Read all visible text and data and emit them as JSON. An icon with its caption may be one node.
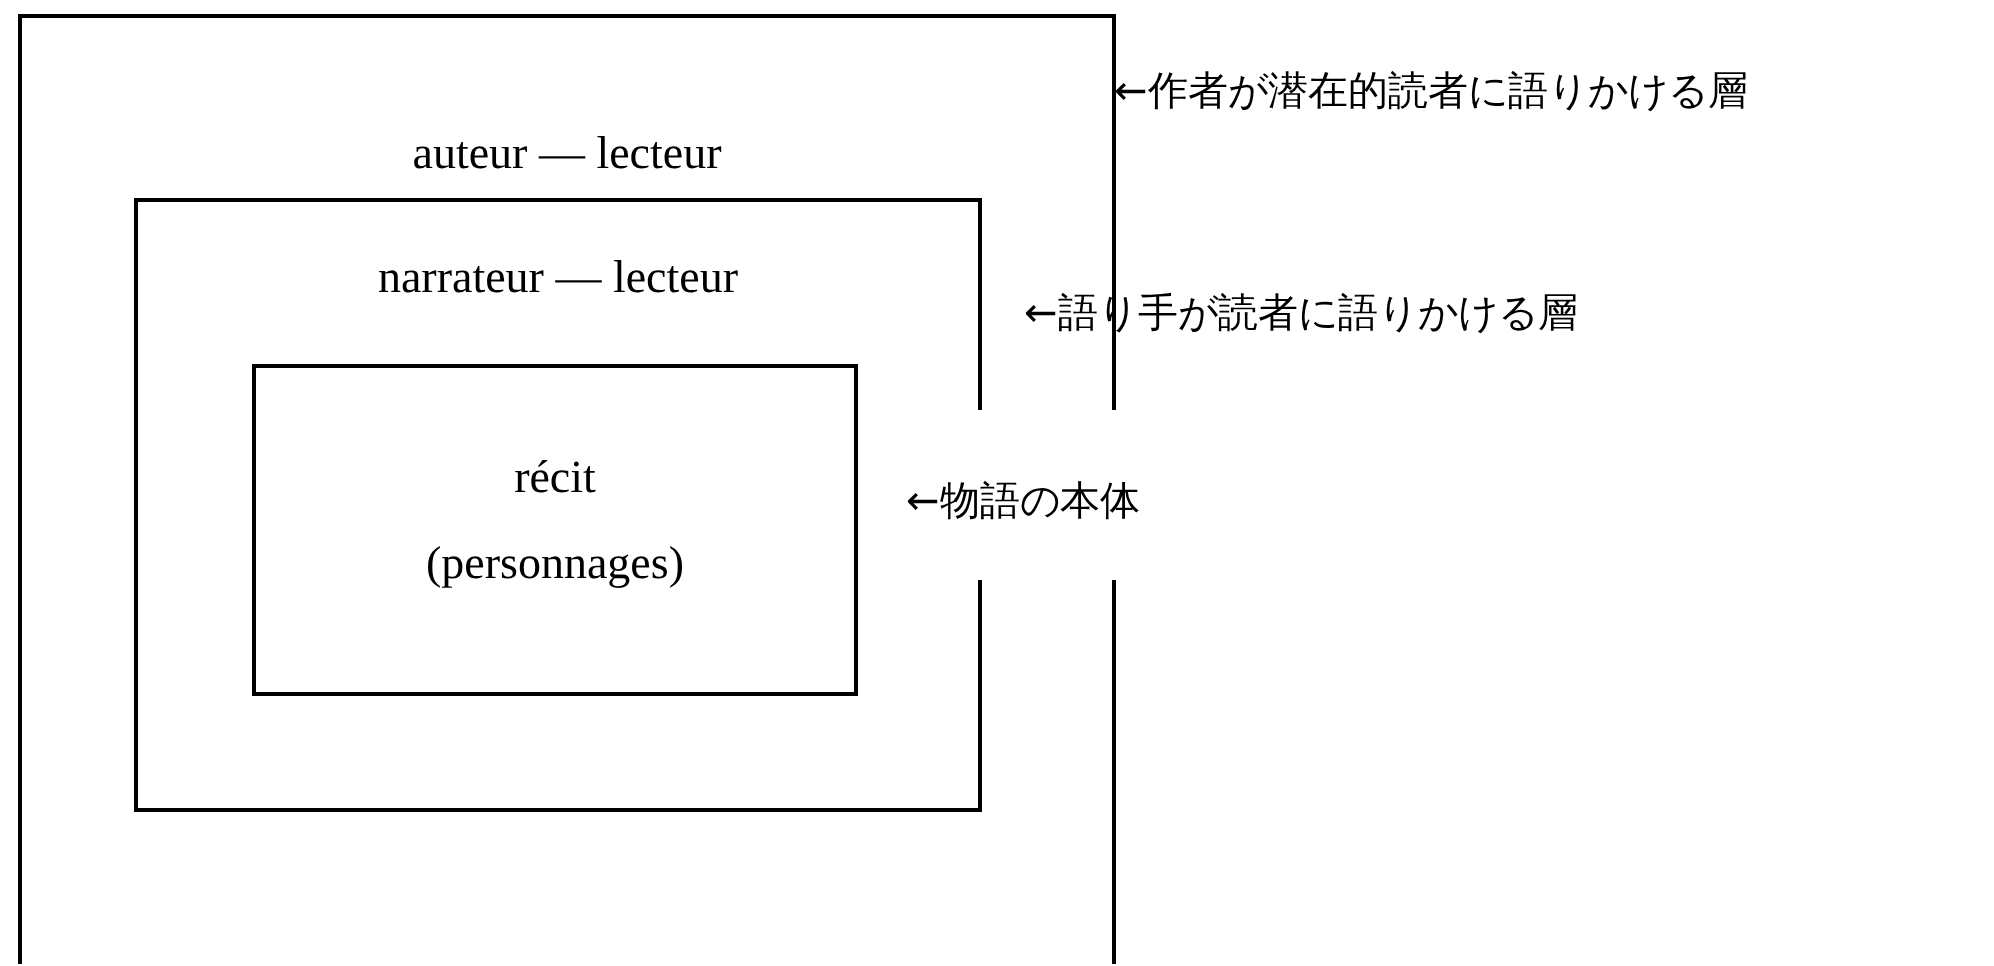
{
  "diagram": {
    "nodes": [
      {
        "text": [
          "auteur — lecteur"
        ]
      },
      {
        "text": [
          "narrateur — lecteur"
        ],
        "in": 0
      },
      {
        "text": [
          "récit (personnages)"
        ],
        "in": 1
      }
    ],
    "labels": [
      "←作者が潜在的読者に語りかける層",
      "←語り手が読者に語りかける層",
      "←物語の本体"
    ]
  }
}
